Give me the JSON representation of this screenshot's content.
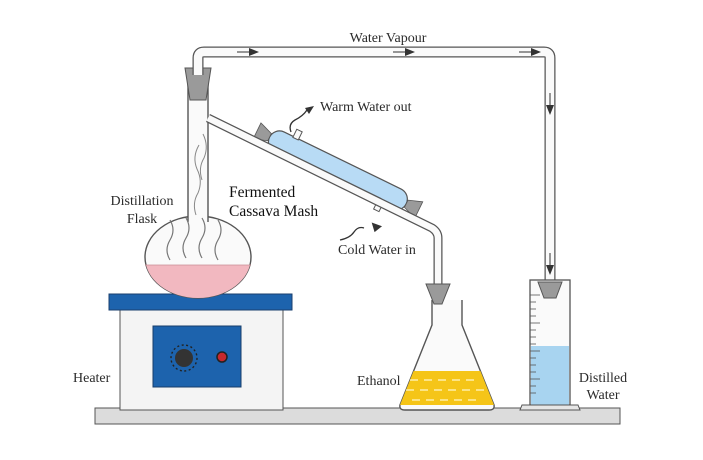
{
  "labels": {
    "water_vapour": "Water Vapour",
    "warm_water_out": "Warm Water out",
    "cold_water_in": "Cold Water in",
    "distillation_flask_line1": "Distillation",
    "distillation_flask_line2": "Flask",
    "fermented_line1": "Fermented",
    "fermented_line2": "Cassava Mash",
    "heater": "Heater",
    "ethanol": "Ethanol",
    "distilled_line1": "Distilled",
    "distilled_line2": "Water"
  },
  "colors": {
    "mash": "#f2b8c0",
    "ethanol": "#f5c518",
    "distilled_water": "#a8d4f0",
    "condenser_jacket": "#b8dbf5",
    "heater_top": "#1d63ad",
    "heater_panel": "#1d63ad",
    "knob": "#333333",
    "indicator_light": "#c8282d",
    "bench": "#dcdcdc",
    "outline": "#444444"
  }
}
